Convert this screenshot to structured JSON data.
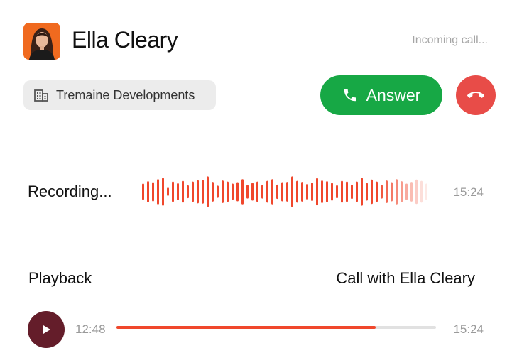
{
  "caller": {
    "name": "Ella Cleary",
    "status": "Incoming call...",
    "company": "Tremaine Developments",
    "avatar_bg": "#f06a1f"
  },
  "actions": {
    "answer_label": "Answer",
    "answer_color": "#17a845",
    "decline_color": "#e84c48",
    "answer_icon": "phone-icon",
    "decline_icon": "hang-up-icon"
  },
  "recording": {
    "label": "Recording...",
    "time": "15:24",
    "wave_color": "#f0472c",
    "bar_levels": [
      0.48,
      0.62,
      0.56,
      0.74,
      0.82,
      0.24,
      0.6,
      0.5,
      0.64,
      0.38,
      0.6,
      0.68,
      0.7,
      0.9,
      0.58,
      0.36,
      0.66,
      0.6,
      0.48,
      0.56,
      0.74,
      0.4,
      0.52,
      0.6,
      0.4,
      0.64,
      0.74,
      0.42,
      0.56,
      0.58,
      0.9,
      0.64,
      0.58,
      0.46,
      0.54,
      0.8,
      0.66,
      0.62,
      0.52,
      0.38,
      0.64,
      0.6,
      0.42,
      0.6,
      0.82,
      0.52,
      0.72,
      0.6,
      0.4,
      0.66,
      0.56,
      0.74,
      0.62,
      0.48,
      0.58,
      0.72,
      0.64,
      0.48
    ]
  },
  "playback": {
    "label": "Playback",
    "title": "Call with Ella Cleary",
    "elapsed": "12:48",
    "total": "15:24",
    "progress": 0.81,
    "play_color": "#641d2a"
  }
}
